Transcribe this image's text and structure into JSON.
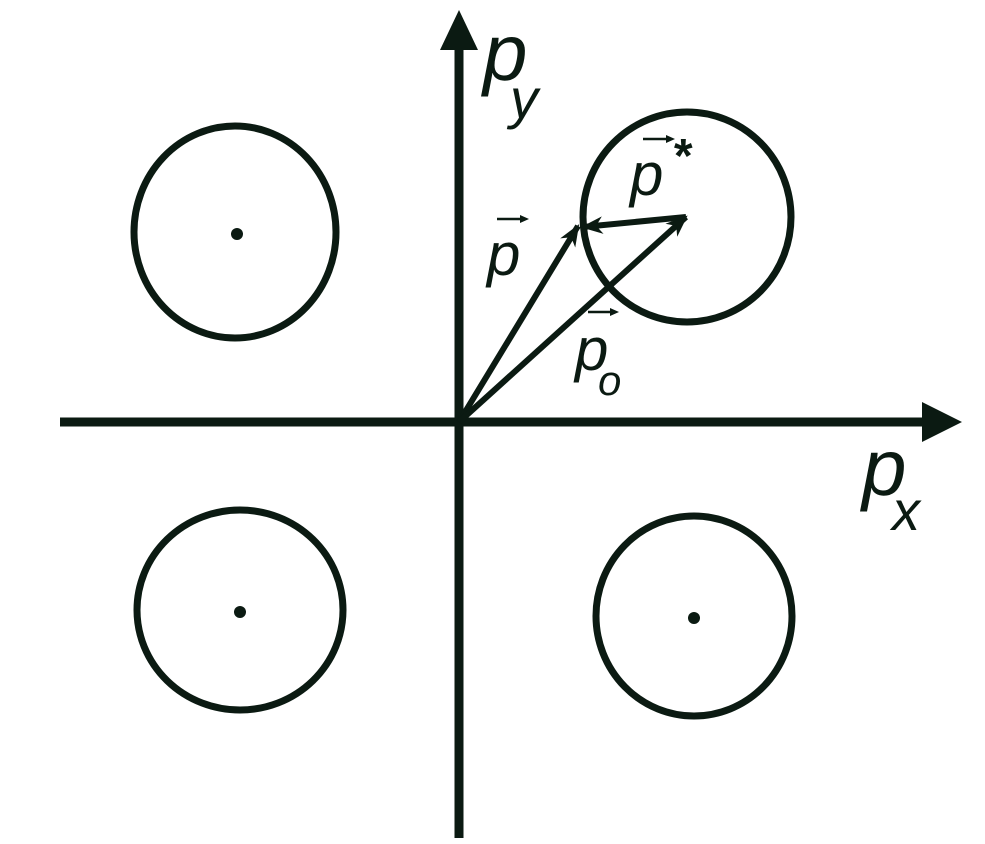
{
  "colors": {
    "ink": "#0b1a12",
    "background": "#ffffff"
  },
  "axes": {
    "x": {
      "symbol": "p",
      "subscript": "x"
    },
    "y": {
      "symbol": "p",
      "subscript": "y"
    }
  },
  "vectors": {
    "p": {
      "symbol": "p"
    },
    "p0": {
      "symbol": "p",
      "subscript": "o"
    },
    "pstar": {
      "symbol": "p",
      "superscript": "*"
    }
  }
}
